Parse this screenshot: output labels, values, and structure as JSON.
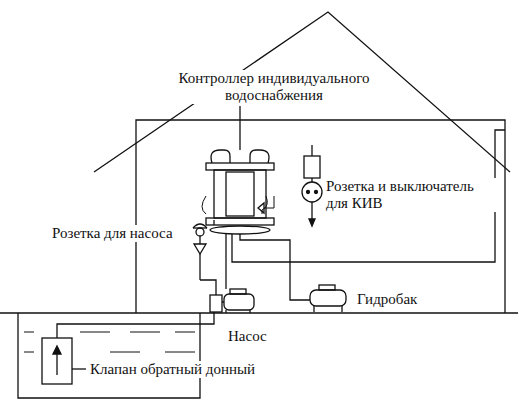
{
  "diagram": {
    "labels": [
      "Контроллер индивидуального водоснабжения",
      "Розетка и выключатель для КИВ",
      "Розетка для насоса",
      "Гидробак",
      "Насос",
      "Клапан обратный донный"
    ]
  }
}
